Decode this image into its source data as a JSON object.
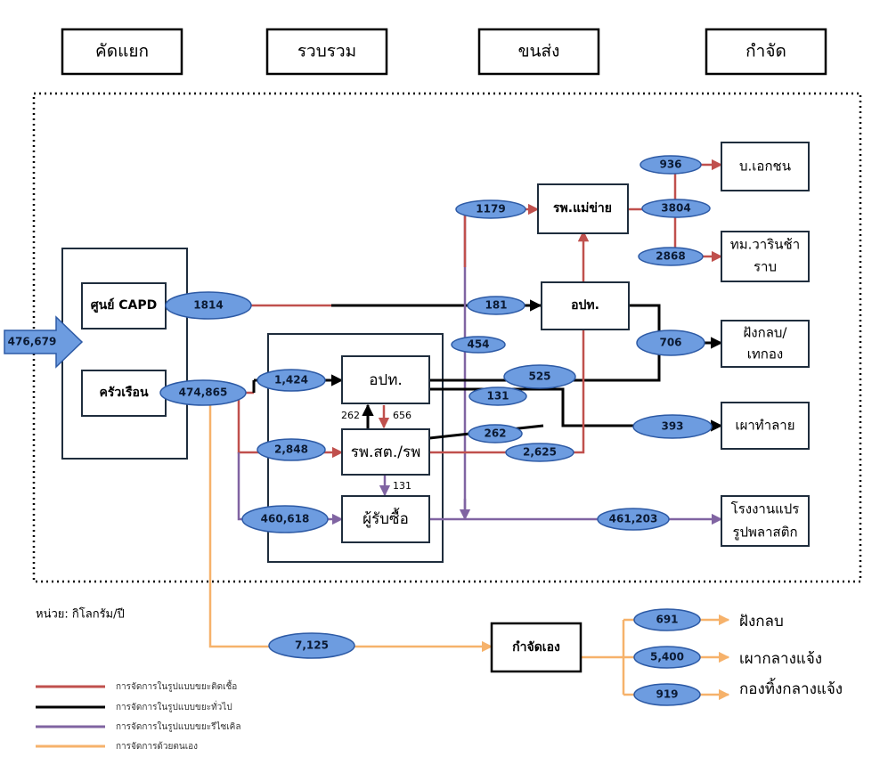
{
  "headers": [
    "คัดแยก",
    "รวบรวม",
    "ขนส่ง",
    "กำจัด"
  ],
  "input_total": "476,679",
  "sources": {
    "capd": "ศูนย์ CAPD",
    "household": "ครัวเรือน"
  },
  "collect": {
    "opt": "อปท.",
    "hospital": "รพ.สต./รพ",
    "buyer": "ผู้รับซื้อ"
  },
  "transport": {
    "main_hospital": "รพ.แม่ข่าย",
    "opt": "อปท."
  },
  "disposal": {
    "private": "บ.เอกชน",
    "warin_l1": "ทม.วารินช้า",
    "warin_l2": "ราบ",
    "landfill_l1": "ฝังกลบ/",
    "landfill_l2": "เทกอง",
    "incinerate": "เผาทำลาย",
    "plastic_l1": "โรงงานแปร",
    "plastic_l2": "รูปพลาสติก"
  },
  "self_disposal": {
    "label": "กำจัดเอง",
    "landfill": "ฝังกลบ",
    "open_burn": "เผากลางแจ้ง",
    "open_dump": "กองทิ้งกลางแจ้ง"
  },
  "values": {
    "capd": "1814",
    "household": "474,865",
    "to_opt": "1,424",
    "to_hospital": "2,848",
    "to_buyer": "460,618",
    "to_main_hospital": "1179",
    "capd_to_opt": "181",
    "hospital_up": "454",
    "private": "936",
    "main_total": "3804",
    "warin": "2868",
    "landfill": "706",
    "opt_525": "525",
    "v131a": "131",
    "incinerate": "393",
    "v262": "262",
    "hosp_2625": "2,625",
    "plastic": "461,203",
    "flow_262": "262",
    "flow_656": "656",
    "flow_131": "131",
    "self_total": "7,125",
    "self_landfill": "691",
    "self_burn": "5,400",
    "self_dump": "919"
  },
  "unit_note": "หน่วย: กิโลกรัม/ปี",
  "legend": [
    {
      "label": "การจัดการในรูปแบบขยะติดเชื้อ",
      "color": "#c0504d"
    },
    {
      "label": "การจัดการในรูปแบบขยะทั่วไป",
      "color": "#000000"
    },
    {
      "label": "การจัดการในรูปแบบขยะรีไซเคิล",
      "color": "#8064a2"
    },
    {
      "label": "การจัดการด้วยตนเอง",
      "color": "#f6b26b"
    }
  ]
}
